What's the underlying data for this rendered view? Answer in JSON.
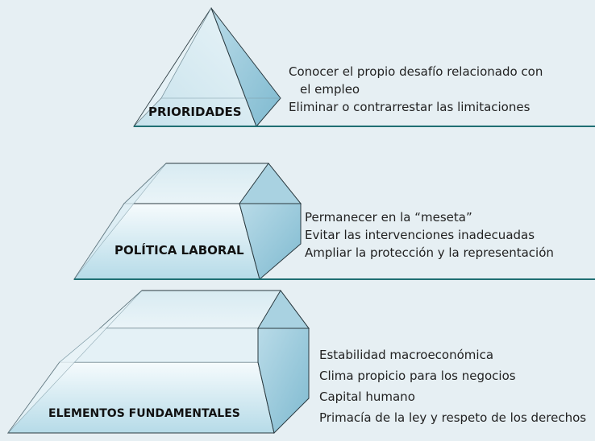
{
  "tiers": [
    {
      "label": "PRIORIDADES",
      "items": [
        {
          "text": "Conocer el propio desafío relacionado con",
          "indent": false
        },
        {
          "text": "el empleo",
          "indent": true
        },
        {
          "text": "Eliminar o contrarrestar las limitaciones",
          "indent": false
        }
      ]
    },
    {
      "label": "POLÍTICA LABORAL",
      "items": [
        {
          "text": "Permanecer en la “meseta”",
          "indent": false
        },
        {
          "text": "Evitar las intervenciones inadecuadas",
          "indent": false
        },
        {
          "text": "Ampliar la protección y la representación",
          "indent": false
        }
      ]
    },
    {
      "label": "ELEMENTOS FUNDAMENTALES",
      "items": [
        {
          "text": "Estabilidad macroeconómica",
          "indent": false
        },
        {
          "text": "Clima propicio para los negocios",
          "indent": false
        },
        {
          "text": "Capital humano",
          "indent": false
        },
        {
          "text": "Primacía de la ley y respeto de los derechos",
          "indent": false
        }
      ]
    }
  ],
  "colors": {
    "background": "#e6eff3",
    "divider": "#1f6f73",
    "outline": "#2a3a40",
    "face_light": "#f6fbfd",
    "face_mid": "#cfe6ef",
    "face_dark": "#8fc2d6"
  }
}
